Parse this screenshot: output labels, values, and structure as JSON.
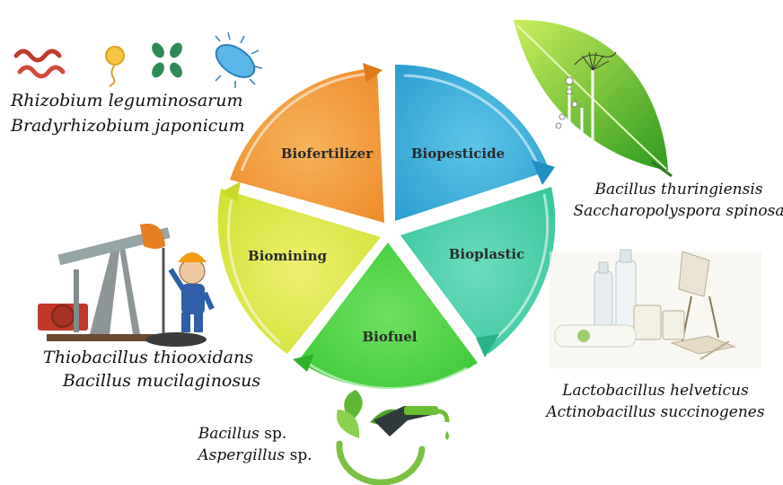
{
  "colors": {
    "biofertilizer": "#f29a3b",
    "biopesticide": "#3db0dc",
    "bioplastic": "#4fd0b0",
    "biofuel": "#4fd44a",
    "biomining": "#dde64a"
  },
  "segments": [
    {
      "id": "biofertilizer",
      "label": "Biofertilizer"
    },
    {
      "id": "biopesticide",
      "label": "Biopesticide"
    },
    {
      "id": "bioplastic",
      "label": "Bioplastic"
    },
    {
      "id": "biofuel",
      "label": "Biofuel"
    },
    {
      "id": "biomining",
      "label": "Biomining"
    }
  ],
  "organisms": {
    "biofertilizer": [
      "Rhizobium leguminosarum",
      "Bradyrhizobium japonicum"
    ],
    "biopesticide": [
      "Bacillus thuringiensis",
      "Saccharopolyspora spinosa"
    ],
    "bioplastic": [
      "Lactobacillus helveticus",
      "Actinobacillus succinogenes"
    ],
    "biofuel": [
      {
        "genus": "Bacillus",
        "suffix": " sp."
      },
      {
        "genus": "Aspergillus",
        "suffix": " sp."
      }
    ],
    "biomining": [
      "Thiobacillus thiooxidans",
      "Bacillus mucilaginosus"
    ]
  },
  "icons": {
    "biofertilizer": "bacteria-icons",
    "biopesticide": "leaf-fungus-icon",
    "bioplastic": "bioplastic-products-icon",
    "biofuel": "fuel-nozzle-leaf-icon",
    "biomining": "oil-pump-worker-icon"
  }
}
